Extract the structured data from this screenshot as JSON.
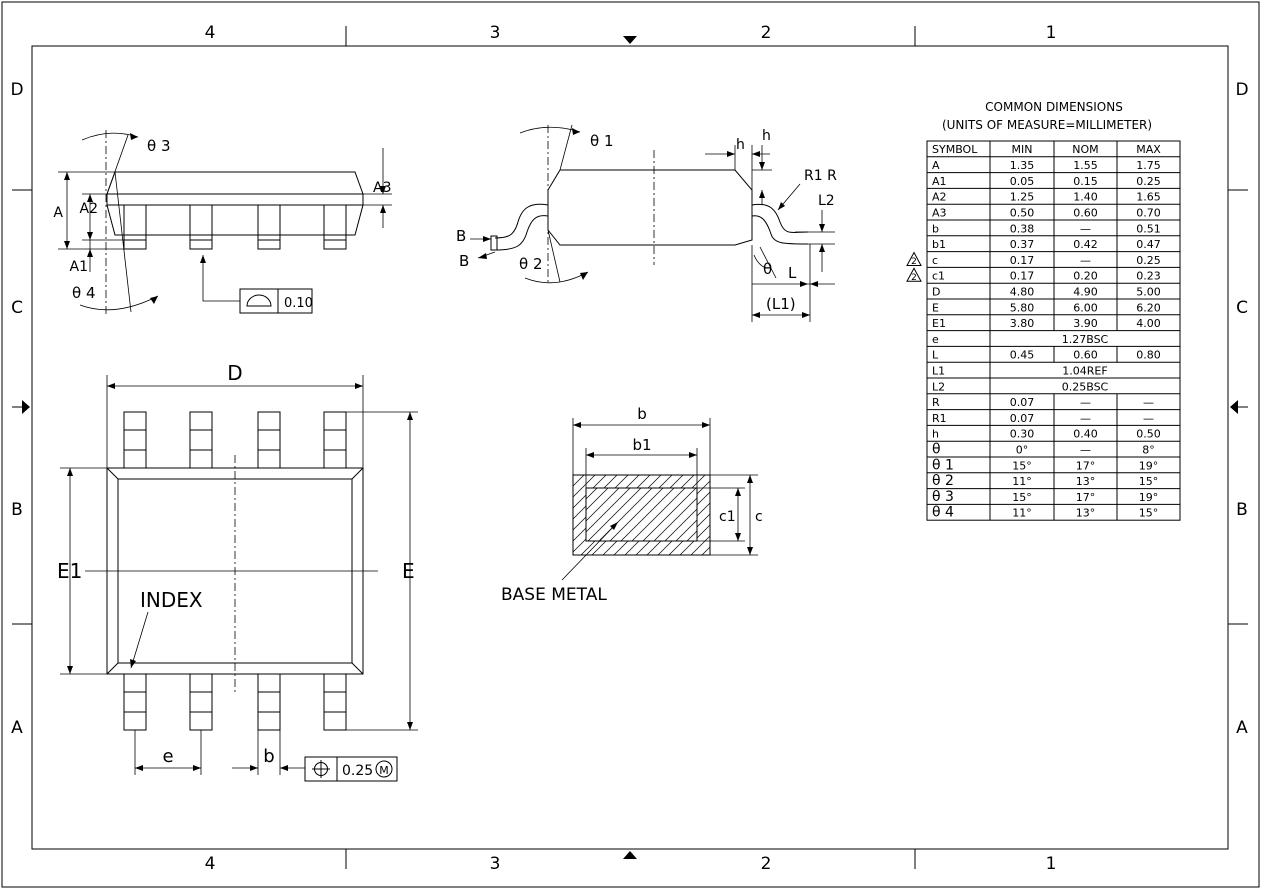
{
  "frame": {
    "zones_top": [
      "4",
      "3",
      "2",
      "1"
    ],
    "zones_bottom": [
      "4",
      "3",
      "2",
      "1"
    ],
    "zones_left": [
      "D",
      "C",
      "B",
      "A"
    ],
    "zones_right": [
      "D",
      "C",
      "B",
      "A"
    ]
  },
  "side_view": {
    "theta3": "θ 3",
    "theta4": "θ 4",
    "A": "A",
    "A2": "A2",
    "A1": "A1",
    "A3": "A3",
    "flatness_value": "0.10"
  },
  "lead_view": {
    "theta1": "θ 1",
    "theta2": "θ 2",
    "h_left": "h",
    "h_right": "h",
    "R1R": "R1 R",
    "L2": "L2",
    "theta": "θ",
    "L": "L",
    "L1": "(L1)",
    "B_upper": "B",
    "B_lower": "B"
  },
  "top_view": {
    "D": "D",
    "E1": "E1",
    "E": "E",
    "index": "INDEX",
    "e": "e",
    "b": "b",
    "position_value": "0.25",
    "modifier": "M"
  },
  "section": {
    "b": "b",
    "b1": "b1",
    "c1": "c1",
    "c": "c",
    "base_metal": "BASE METAL"
  },
  "table": {
    "title_line1": "COMMON DIMENSIONS",
    "title_line2": "(UNITS OF MEASURE=MILLIMETER)",
    "headers": [
      "SYMBOL",
      "MIN",
      "NOM",
      "MAX"
    ],
    "rows": [
      {
        "sym": "A",
        "min": "1.35",
        "nom": "1.55",
        "max": "1.75"
      },
      {
        "sym": "A1",
        "min": "0.05",
        "nom": "0.15",
        "max": "0.25"
      },
      {
        "sym": "A2",
        "min": "1.25",
        "nom": "1.40",
        "max": "1.65"
      },
      {
        "sym": "A3",
        "min": "0.50",
        "nom": "0.60",
        "max": "0.70"
      },
      {
        "sym": "b",
        "min": "0.38",
        "nom": "—",
        "max": "0.51"
      },
      {
        "sym": "b1",
        "min": "0.37",
        "nom": "0.42",
        "max": "0.47"
      },
      {
        "sym": "c",
        "min": "0.17",
        "nom": "—",
        "max": "0.25",
        "note": "2"
      },
      {
        "sym": "c1",
        "min": "0.17",
        "nom": "0.20",
        "max": "0.23",
        "note": "2"
      },
      {
        "sym": "D",
        "min": "4.80",
        "nom": "4.90",
        "max": "5.00"
      },
      {
        "sym": "E",
        "min": "5.80",
        "nom": "6.00",
        "max": "6.20"
      },
      {
        "sym": "E1",
        "min": "3.80",
        "nom": "3.90",
        "max": "4.00"
      },
      {
        "sym": "e",
        "span": "1.27BSC"
      },
      {
        "sym": "L",
        "min": "0.45",
        "nom": "0.60",
        "max": "0.80"
      },
      {
        "sym": "L1",
        "span": "1.04REF"
      },
      {
        "sym": "L2",
        "span": "0.25BSC"
      },
      {
        "sym": "R",
        "min": "0.07",
        "nom": "—",
        "max": "—"
      },
      {
        "sym": "R1",
        "min": "0.07",
        "nom": "—",
        "max": "—"
      },
      {
        "sym": "h",
        "min": "0.30",
        "nom": "0.40",
        "max": "0.50"
      },
      {
        "sym": "θ",
        "min": "0°",
        "nom": "—",
        "max": "8°"
      },
      {
        "sym": "θ 1",
        "min": "15°",
        "nom": "17°",
        "max": "19°"
      },
      {
        "sym": "θ 2",
        "min": "11°",
        "nom": "13°",
        "max": "15°"
      },
      {
        "sym": "θ 3",
        "min": "15°",
        "nom": "17°",
        "max": "19°"
      },
      {
        "sym": "θ 4",
        "min": "11°",
        "nom": "13°",
        "max": "15°"
      }
    ]
  }
}
